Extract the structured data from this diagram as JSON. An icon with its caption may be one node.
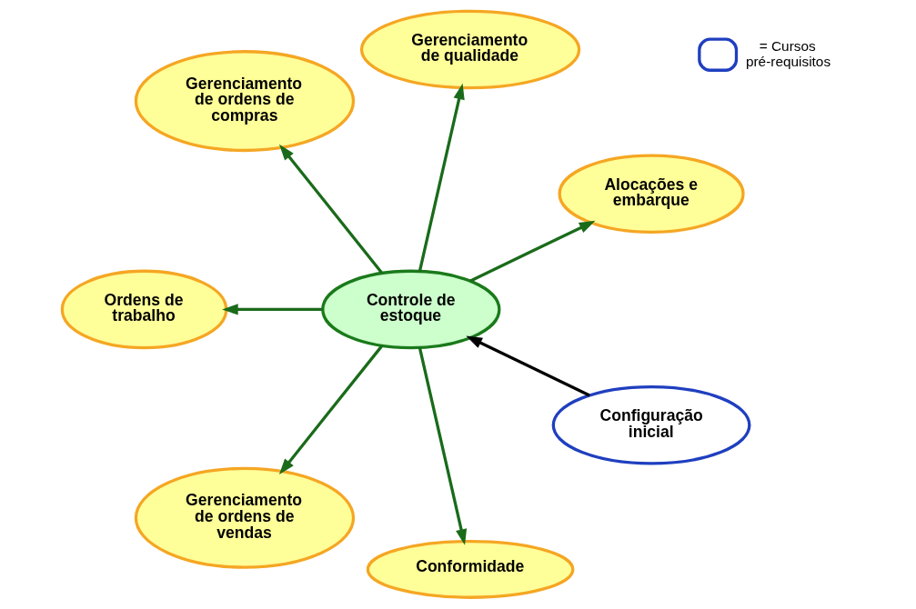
{
  "diagram": {
    "nodes": [
      {
        "text": [
          "Controle de estoque"
        ]
      },
      {
        "text": [
          "Alocações e embarque"
        ]
      },
      {
        "text": [
          "Gerenciamento de qualidade"
        ]
      },
      {
        "text": [
          "Gerenciamento de ordens de compras"
        ]
      },
      {
        "text": [
          "Ordens de trabalho"
        ]
      },
      {
        "text": [
          "Gerenciamento de ordens de vendas"
        ]
      },
      {
        "text": [
          "Conformidade"
        ]
      },
      {
        "text": [
          "Configuração inicial"
        ]
      }
    ],
    "edges": [
      {
        "from": 0,
        "to": 1,
        "arrow": "to"
      },
      {
        "from": 0,
        "to": 2,
        "arrow": "to"
      },
      {
        "from": 0,
        "to": 3,
        "arrow": "to"
      },
      {
        "from": 0,
        "to": 4,
        "arrow": "to"
      },
      {
        "from": 0,
        "to": 5,
        "arrow": "to"
      },
      {
        "from": 0,
        "to": 6,
        "arrow": "to"
      },
      {
        "from": 7,
        "to": 0,
        "arrow": "to",
        "color": "#000000"
      }
    ],
    "legend": [
      {
        "text": "= Cursos pré-requisitos"
      }
    ]
  }
}
